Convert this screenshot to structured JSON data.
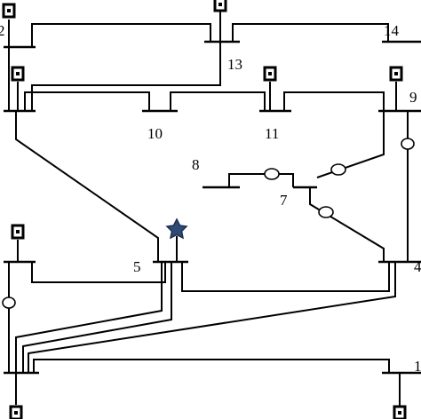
{
  "diagram": {
    "bus_labels": {
      "b2": "2",
      "b13": "13",
      "b14": "14",
      "b10": "10",
      "b11": "11",
      "b9": "9",
      "b8": "8",
      "b7": "7",
      "b5": "5",
      "b4": "4",
      "b1": "1"
    },
    "marker": {
      "icon": "star-icon",
      "color": "#2e4a75",
      "at_bus": "5"
    },
    "colors": {
      "line": "#000000",
      "background": "#ffffff"
    }
  }
}
